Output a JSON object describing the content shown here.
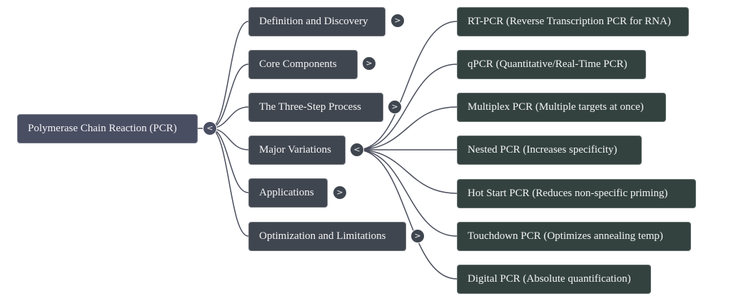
{
  "colors": {
    "root_bg": "#4a4e63",
    "level1_bg": "#40464f",
    "level2_bg": "#33423f",
    "edge": "#4a4e5c",
    "text": "#f4f4f6"
  },
  "icons": {
    "collapse": "<",
    "expand": ">"
  },
  "root": {
    "label": "Polymerase Chain Reaction (PCR)",
    "toggle": "<",
    "toggle_state": "expanded"
  },
  "branches": [
    {
      "label": "Definition and Discovery",
      "toggle": ">",
      "toggle_state": "collapsed"
    },
    {
      "label": "Core Components",
      "toggle": ">",
      "toggle_state": "collapsed"
    },
    {
      "label": "The Three-Step Process",
      "toggle": ">",
      "toggle_state": "collapsed"
    },
    {
      "label": "Major Variations",
      "toggle": "<",
      "toggle_state": "expanded"
    },
    {
      "label": "Applications",
      "toggle": ">",
      "toggle_state": "collapsed"
    },
    {
      "label": "Optimization and Limitations",
      "toggle": ">",
      "toggle_state": "collapsed"
    }
  ],
  "major_variations_children": [
    {
      "label": "RT-PCR (Reverse Transcription PCR for RNA)"
    },
    {
      "label": "qPCR (Quantitative/Real-Time PCR)"
    },
    {
      "label": "Multiplex PCR (Multiple targets at once)"
    },
    {
      "label": "Nested PCR (Increases specificity)"
    },
    {
      "label": "Hot Start PCR (Reduces non-specific priming)"
    },
    {
      "label": "Touchdown PCR (Optimizes annealing temp)"
    },
    {
      "label": "Digital PCR (Absolute quantification)"
    }
  ]
}
